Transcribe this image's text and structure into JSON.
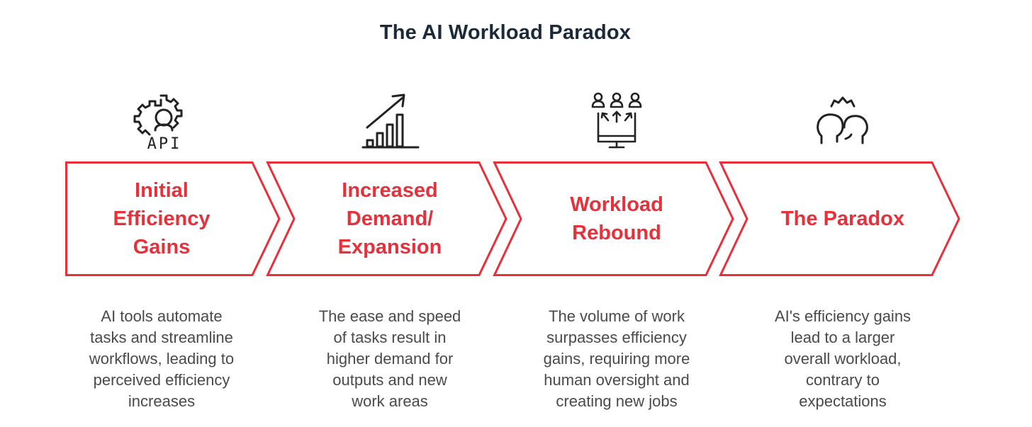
{
  "title": "The AI Workload Paradox",
  "accent_color": "#e8303a",
  "steps": [
    {
      "icon": "gear-api-icon",
      "label_lines": [
        "Initial",
        "Efficiency",
        "Gains"
      ],
      "desc_lines": [
        "AI tools automate",
        "tasks and streamline",
        "workflows, leading to",
        "perceived efficiency",
        "increases"
      ]
    },
    {
      "icon": "growth-chart-icon",
      "label_lines": [
        "Increased",
        "Demand/",
        "Expansion"
      ],
      "desc_lines": [
        "The ease and speed",
        "of tasks result in",
        "higher demand for",
        "outputs and new",
        "work areas"
      ]
    },
    {
      "icon": "people-monitor-icon",
      "label_lines": [
        "Workload",
        "Rebound"
      ],
      "desc_lines": [
        "The volume of work",
        "surpasses efficiency",
        "gains, requiring more",
        "human oversight and",
        "creating new jobs"
      ]
    },
    {
      "icon": "two-heads-icon",
      "label_lines": [
        "The Paradox"
      ],
      "desc_lines": [
        "AI's efficiency gains",
        "lead to a larger",
        "overall workload,",
        "contrary to",
        "expectations"
      ]
    }
  ]
}
